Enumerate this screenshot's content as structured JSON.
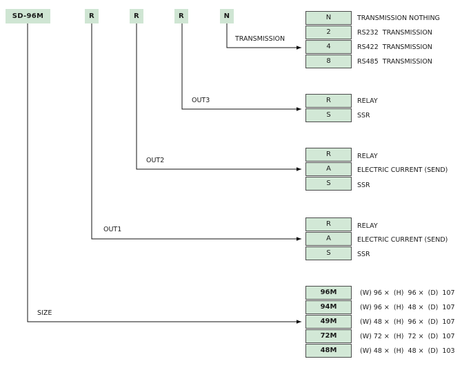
{
  "header": {
    "model": "SD-96M",
    "codes": [
      "R",
      "R",
      "R",
      "N"
    ]
  },
  "groups": {
    "transmission": {
      "label": "TRANSMISSION",
      "rows": [
        {
          "code": "N",
          "desc": "TRANSMISSION NOTHING"
        },
        {
          "code": "2",
          "desc": "RS232  TRANSMISSION"
        },
        {
          "code": "4",
          "desc": "RS422  TRANSMISSION"
        },
        {
          "code": "8",
          "desc": "RS485  TRANSMISSION"
        }
      ]
    },
    "out3": {
      "label": "OUT3",
      "rows": [
        {
          "code": "R",
          "desc": "RELAY"
        },
        {
          "code": "S",
          "desc": "SSR"
        }
      ]
    },
    "out2": {
      "label": "OUT2",
      "rows": [
        {
          "code": "R",
          "desc": "RELAY"
        },
        {
          "code": "A",
          "desc": "ELECTRIC CURRENT (SEND)"
        },
        {
          "code": "S",
          "desc": "SSR"
        }
      ]
    },
    "out1": {
      "label": "OUT1",
      "rows": [
        {
          "code": "R",
          "desc": "RELAY"
        },
        {
          "code": "A",
          "desc": "ELECTRIC CURRENT (SEND)"
        },
        {
          "code": "S",
          "desc": "SSR"
        }
      ]
    },
    "size": {
      "label": "SIZE",
      "rows": [
        {
          "code": "96M",
          "desc": "(W) 96 ×  (H)  96 ×  (D)  107"
        },
        {
          "code": "94M",
          "desc": "(W) 96 ×  (H)  48 ×  (D)  107"
        },
        {
          "code": "49M",
          "desc": "(W) 48 ×  (H)  96 ×  (D)  107"
        },
        {
          "code": "72M",
          "desc": "(W) 72 ×  (H)  72 ×  (D)  107"
        },
        {
          "code": "48M",
          "desc": "(W) 48 ×  (H)  48 ×  (D)  103"
        }
      ]
    }
  }
}
